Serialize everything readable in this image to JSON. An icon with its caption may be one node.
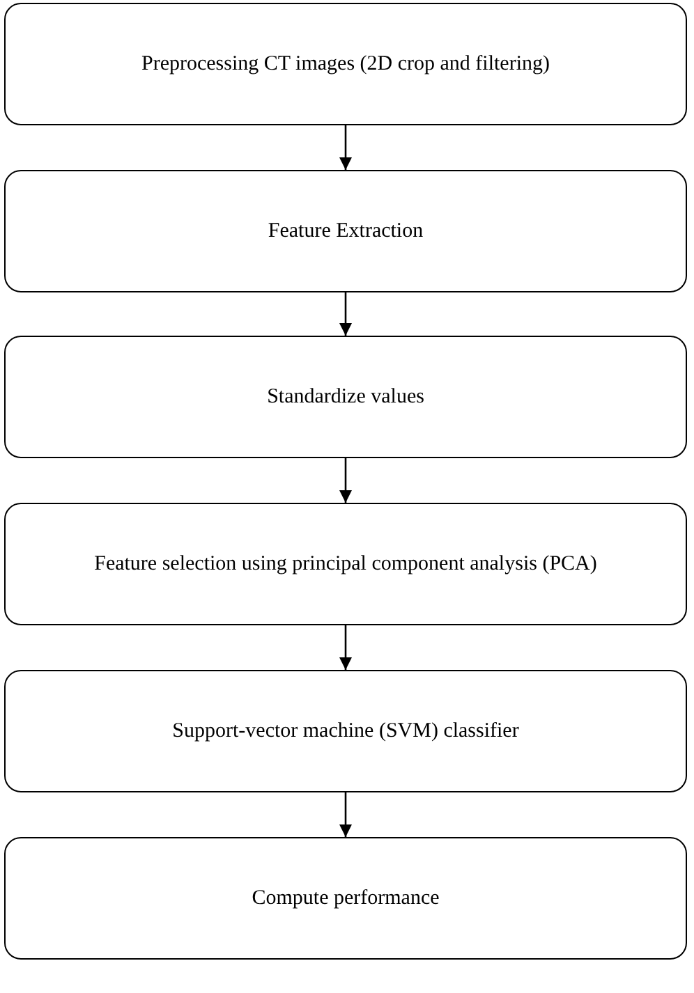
{
  "diagram": {
    "nodes": [
      {
        "text": [
          "Preprocessing CT images (2D crop and filtering)"
        ]
      },
      {
        "text": [
          "Feature Extraction"
        ]
      },
      {
        "text": [
          "Standardize values"
        ]
      },
      {
        "text": [
          "Feature selection using principal component analysis (PCA)"
        ]
      },
      {
        "text": [
          "Support-vector machine (SVM) classifier"
        ]
      },
      {
        "text": [
          "Compute performance"
        ]
      }
    ],
    "edges": [
      {
        "from": 0,
        "to": 1,
        "arrow": "to"
      },
      {
        "from": 1,
        "to": 2,
        "arrow": "to"
      },
      {
        "from": 2,
        "to": 3,
        "arrow": "to"
      },
      {
        "from": 3,
        "to": 4,
        "arrow": "to"
      },
      {
        "from": 4,
        "to": 5,
        "arrow": "to"
      }
    ]
  }
}
